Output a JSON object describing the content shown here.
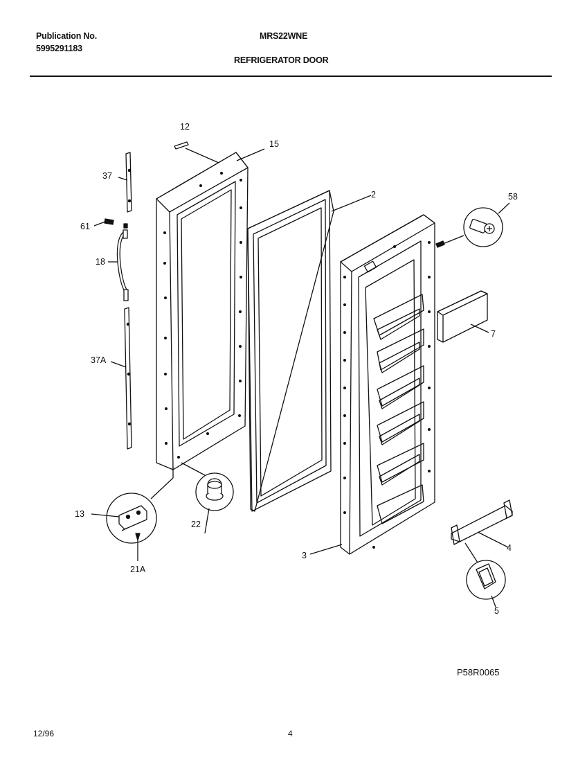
{
  "header": {
    "publication_label": "Publication No.",
    "publication_number": "5995291183",
    "model": "MRS22WNE",
    "section_title": "REFRIGERATOR DOOR"
  },
  "diagram": {
    "part_labels": {
      "p12": "12",
      "p15": "15",
      "p37": "37",
      "p2": "2",
      "p58": "58",
      "p61": "61",
      "p18": "18",
      "p7": "7",
      "p37a": "37A",
      "p13": "13",
      "p22": "22",
      "p21a": "21A",
      "p3": "3",
      "p4": "4",
      "p5": "5"
    },
    "drawing_code": "P58R0065"
  },
  "footer": {
    "date": "12/96",
    "page": "4"
  }
}
